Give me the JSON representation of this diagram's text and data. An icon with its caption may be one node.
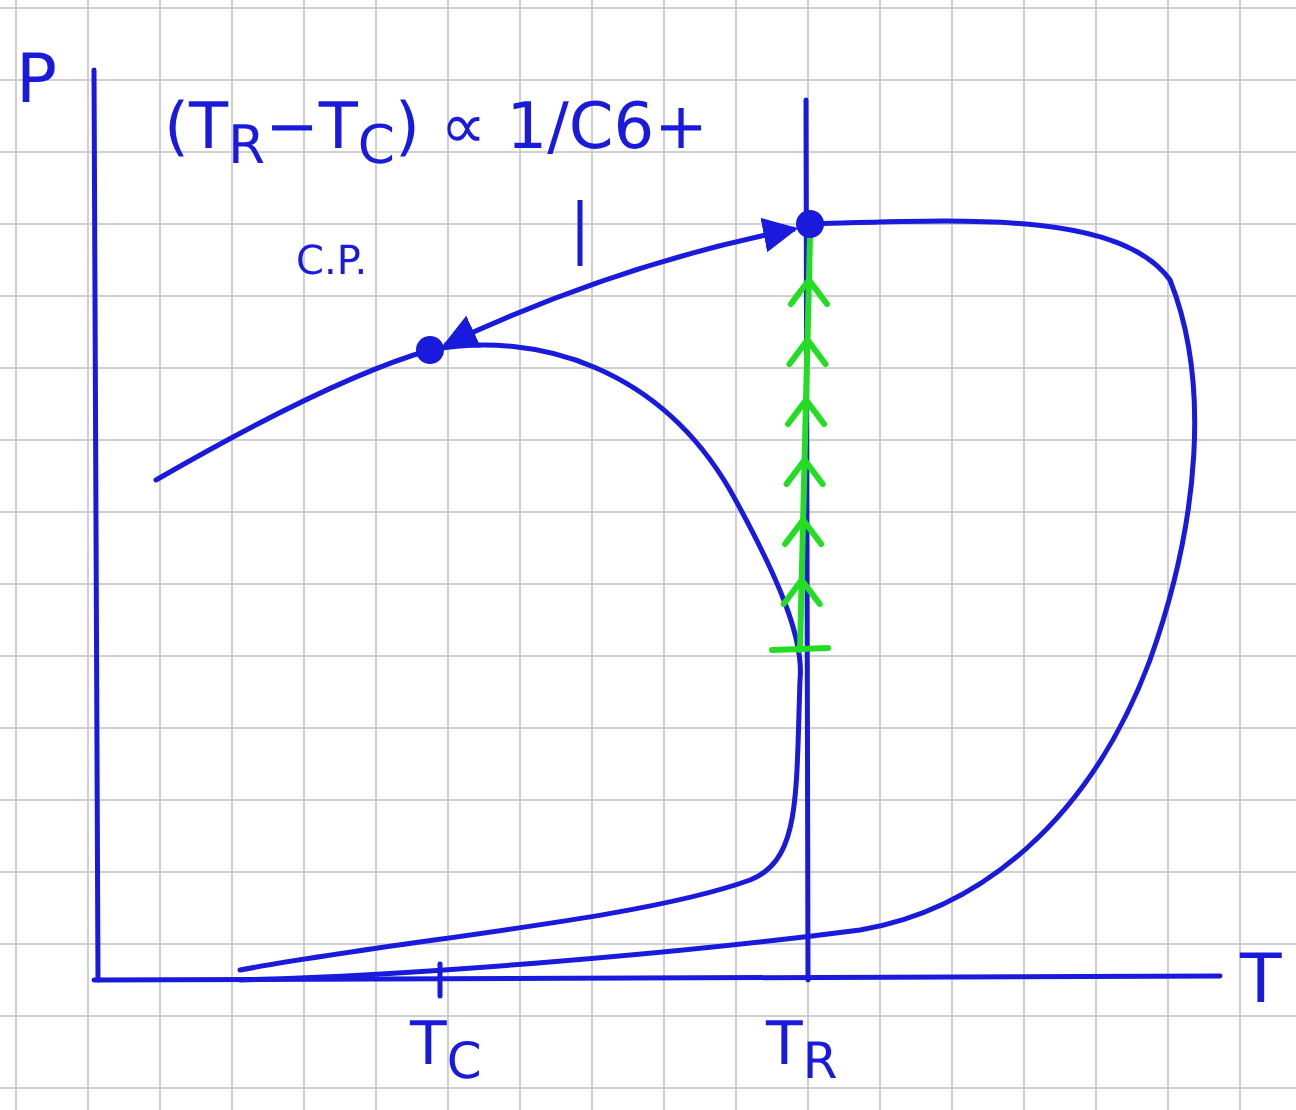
{
  "diagram": {
    "nodes": [
      {
        "text": [
          "(T$_{R}$−T$_{C}$) ∝ 1/C6+"
        ]
      },
      {
        "text": [],
        "shape": "circle",
        "beside": [
          "C.P."
        ]
      },
      {
        "text": [],
        "shape": "circle"
      }
    ],
    "edges": [
      {
        "from": 0,
        "to": null,
        "arrow": "none"
      },
      {
        "from": 2,
        "to": 1,
        "arrow": "both"
      }
    ],
    "labels": [
      "P",
      "T",
      "T$_{C}$",
      "T$_{R}$"
    ]
  }
}
